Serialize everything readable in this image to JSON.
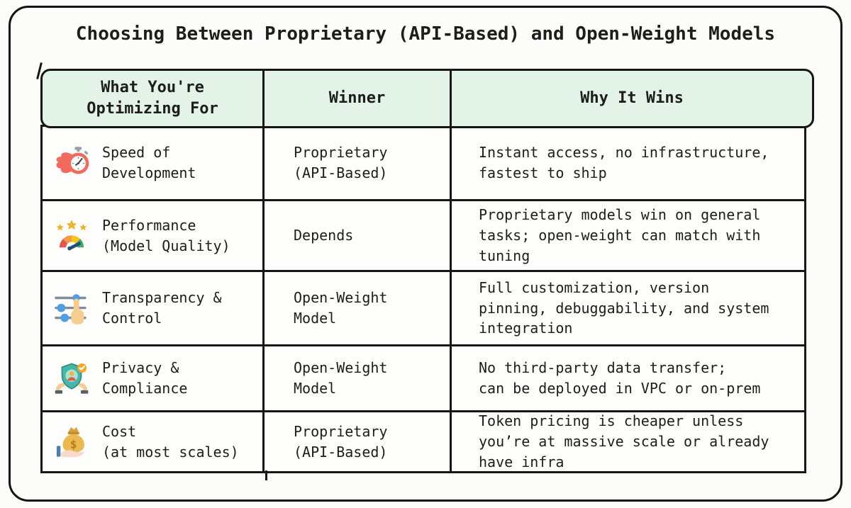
{
  "title": "Choosing Between Proprietary (API-Based) and Open-Weight Models",
  "table": {
    "columns": {
      "optimizing": "What You're\nOptimizing For",
      "winner": "Winner",
      "why": "Why It Wins"
    },
    "rows": [
      {
        "icon": "flaming-stopwatch-icon",
        "label": "Speed of\nDevelopment",
        "winner": "Proprietary\n(API-Based)",
        "why": "Instant access, no infrastructure,\nfastest to ship"
      },
      {
        "icon": "performance-gauge-icon",
        "label": "Performance\n(Model Quality)",
        "winner": "Depends",
        "why": "Proprietary models win on general\ntasks; open-weight can match with\ntuning"
      },
      {
        "icon": "sliders-hand-icon",
        "label": "Transparency &\nControl",
        "winner": "Open-Weight\nModel",
        "why": "Full customization, version\npinning, debuggability, and system\nintegration"
      },
      {
        "icon": "shield-hands-icon",
        "label": "Privacy &\nCompliance",
        "winner": "Open-Weight\nModel",
        "why": "No third-party data transfer;\ncan be deployed in VPC or on-prem"
      },
      {
        "icon": "money-bag-hand-icon",
        "label": "Cost\n(at most scales)",
        "winner": "Proprietary\n(API-Based)",
        "why": "Token pricing is cheaper unless\nyou’re at massive scale or already\nhave infra"
      }
    ]
  },
  "colors": {
    "header_bg": "#e4f3e8",
    "border": "#161616",
    "text": "#1d1d1d",
    "background": "#fcfcfa",
    "stopwatch_red": "#f2695e",
    "gauge_segments": [
      "#e2584d",
      "#f2994a",
      "#f5c518",
      "#44a868"
    ],
    "needle_navy": "#1f4e79",
    "star_gold": "#f0b429",
    "slider_blue": "#4d9de8",
    "slider_track_gray": "#868c94",
    "hand_tan": "#f6cd90",
    "shield_teal": "#45b7a8",
    "badge_orange": "#f5a623",
    "person_red": "#e2574c",
    "bag_gold": "#ecb84f",
    "palm_pink": "#f9d9c9",
    "sleeve_blue": "#4a7db0"
  }
}
